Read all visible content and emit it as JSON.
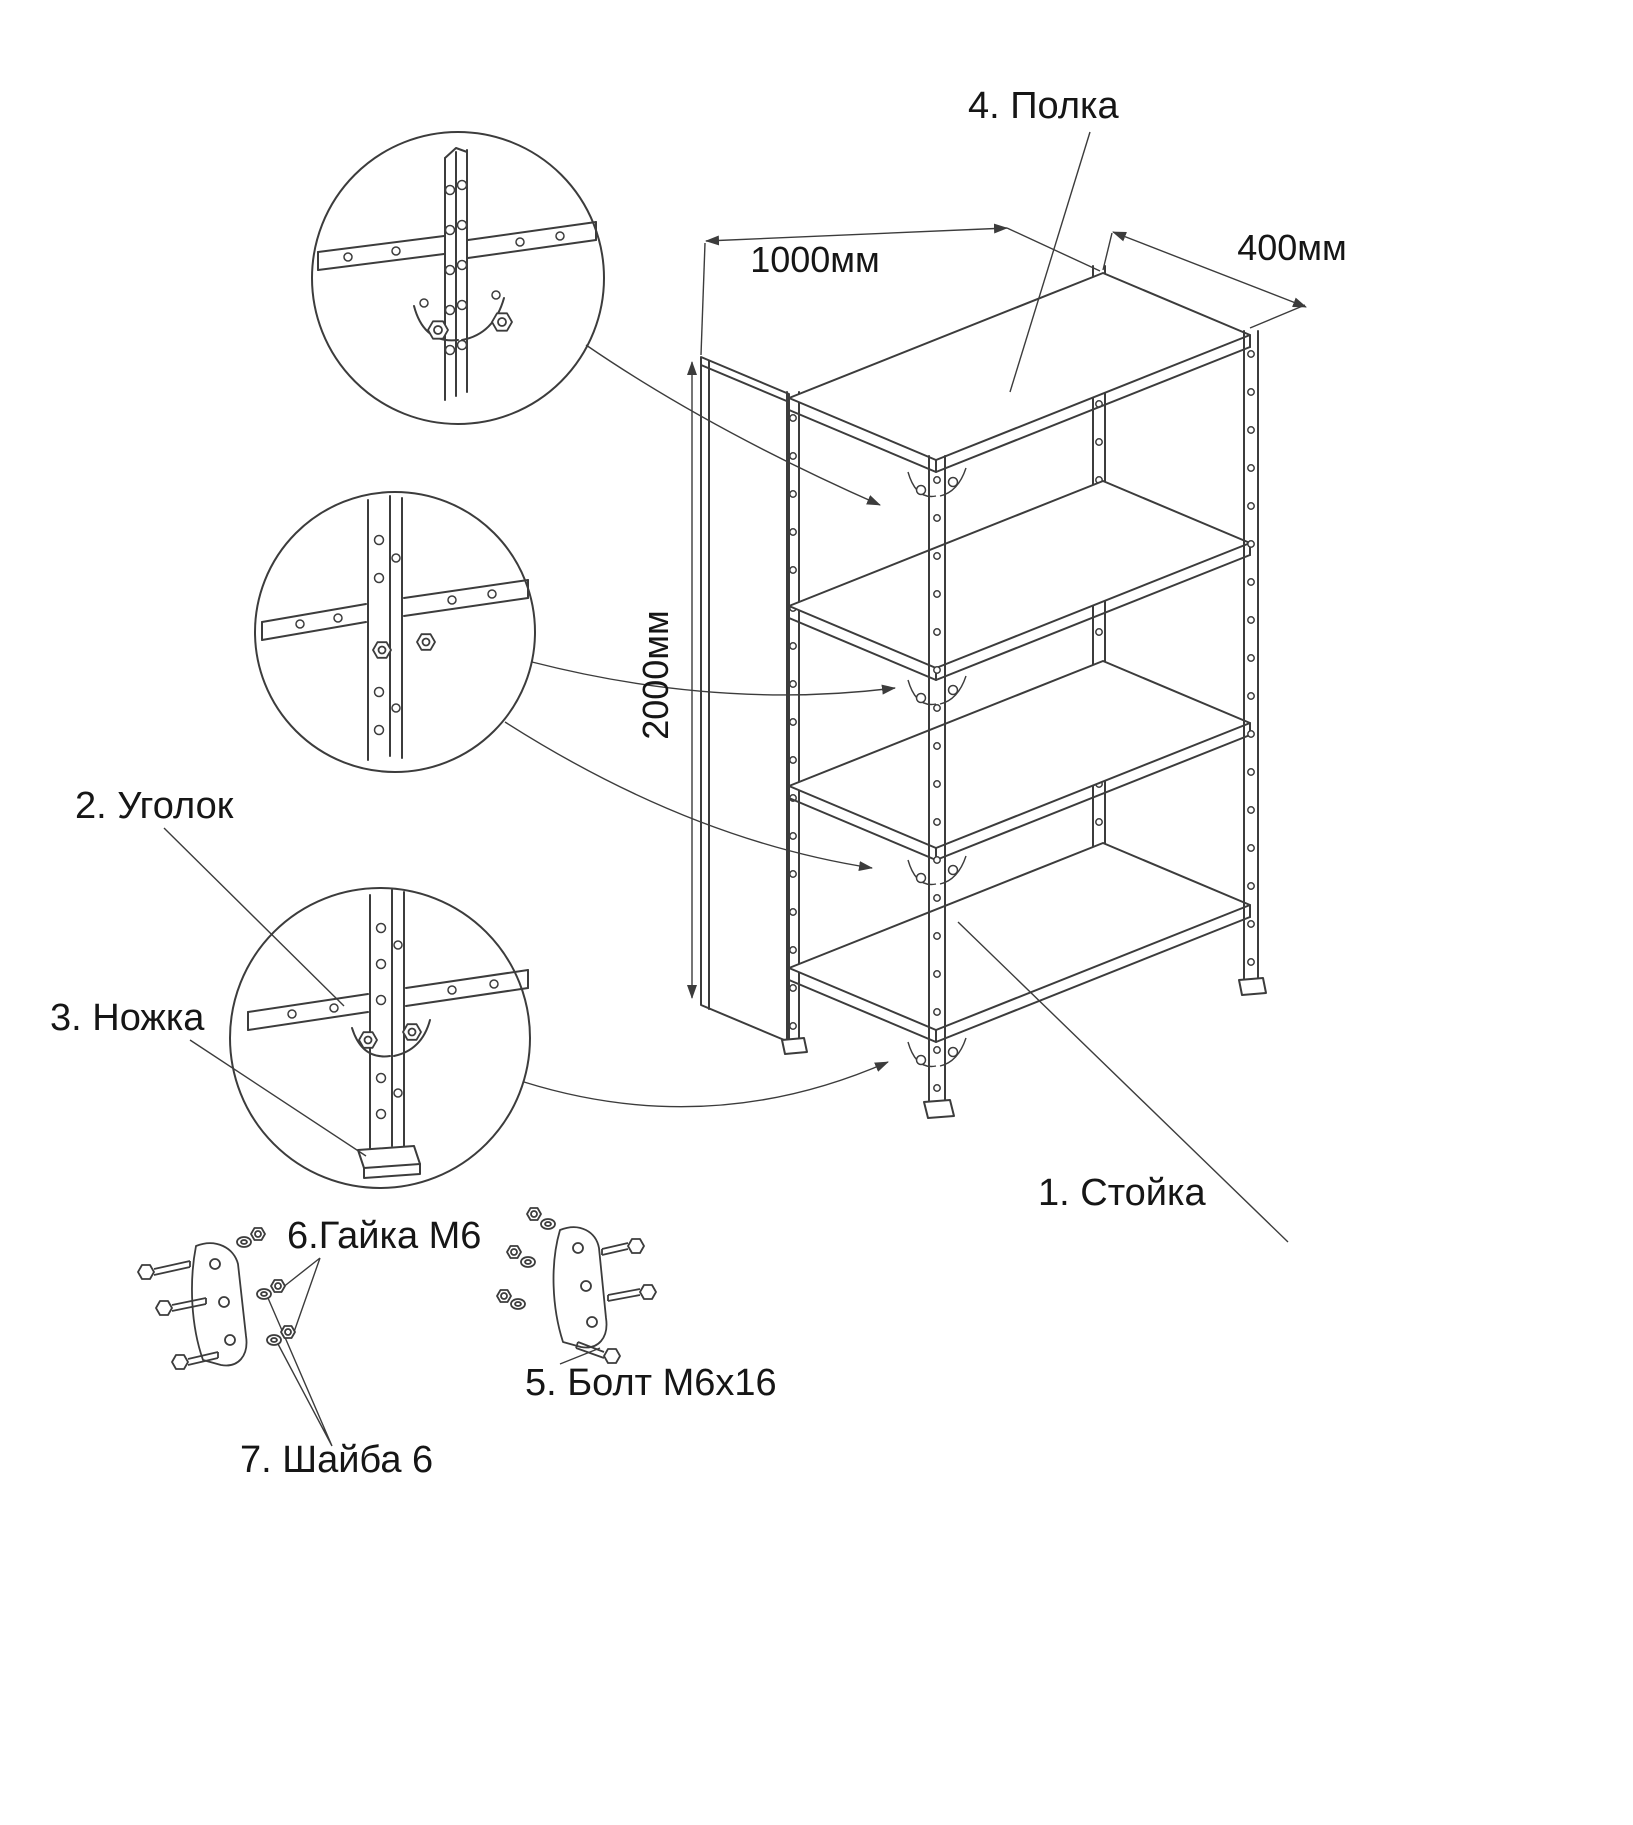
{
  "labels": {
    "post": "1. Стойка",
    "corner": "2. Уголок",
    "leg": "3. Ножка",
    "shelf": "4. Полка",
    "bolt": "5. Болт М6х16",
    "nut": "6.Гайка М6",
    "washer": "7. Шайба 6"
  },
  "dimensions": {
    "width": "1000мм",
    "depth": "400мм",
    "height": "2000мм"
  },
  "colors": {
    "line": "#3c3c3c",
    "text": "#161616",
    "background": "#ffffff"
  }
}
